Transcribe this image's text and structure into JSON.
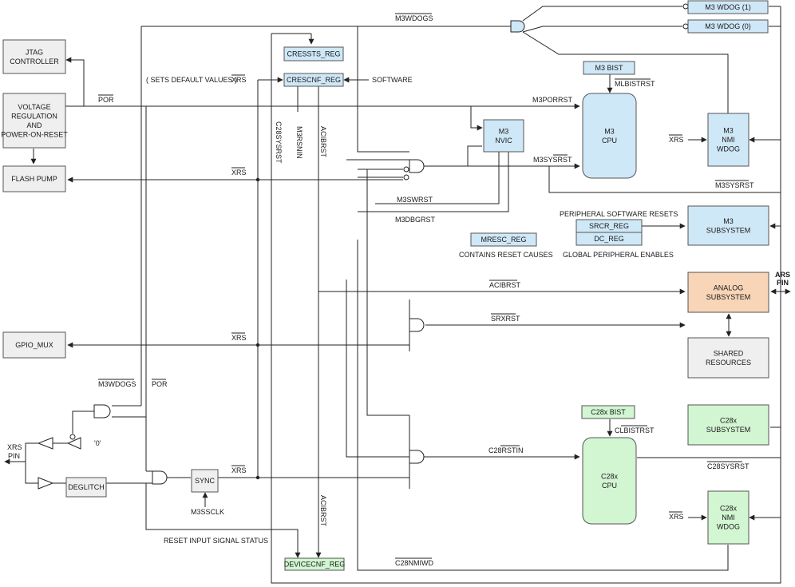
{
  "colors": {
    "gray": "#efefef",
    "blue": "#cfe8f7",
    "orange": "#f8d5b7",
    "green": "#d2f5d2",
    "line": "#222222"
  },
  "blocks": {
    "jtag": [
      "JTAG",
      "CONTROLLER"
    ],
    "vreg": [
      "VOLTAGE",
      "REGULATION",
      "AND",
      "POWER-ON-RESET"
    ],
    "flash": [
      "FLASH PUMP"
    ],
    "gpio": [
      "GPIO_MUX"
    ],
    "deglitch": [
      "DEGLITCH"
    ],
    "sync": [
      "SYNC"
    ],
    "cressts": [
      "CRESSTS_REG"
    ],
    "crescnf": [
      "CRESCNF_REG"
    ],
    "devicecnf": [
      "DEVICECNF_REG"
    ],
    "m3nvic": [
      "M3",
      "NVIC"
    ],
    "m3bist": [
      "M3 BIST"
    ],
    "m3cpu": [
      "M3",
      "CPU"
    ],
    "m3nmiwdog": [
      "M3",
      "NMI",
      "WDOG"
    ],
    "m3wdog1": [
      "M3 WDOG (1)"
    ],
    "m3wdog0": [
      "M3 WDOG (0)"
    ],
    "mresc": [
      "MRESC_REG"
    ],
    "srcr": [
      "SRCR_REG"
    ],
    "dcreg": [
      "DC_REG"
    ],
    "m3sub": [
      "M3",
      "SUBSYSTEM"
    ],
    "analog": [
      "ANALOG",
      "SUBSYSTEM"
    ],
    "shared": [
      "SHARED",
      "RESOURCES"
    ],
    "c28bist": [
      "C28x BIST"
    ],
    "c28cpu": [
      "C28x",
      "CPU"
    ],
    "c28sub": [
      "C28x",
      "SUBSYSTEM"
    ],
    "c28nmiwdog": [
      "C28x",
      "NMI",
      "WDOG"
    ]
  },
  "labels": {
    "m3wdogs_top": "M3WDOGS",
    "por_top": "POR",
    "sets_default": "( SETS DEFAULT VALUES )",
    "xrs_top": "XRS",
    "software": "SOFTWARE",
    "c28sysrst_v": "C28SYSRST",
    "m3rsnin_v": "M3RSNIN",
    "acibrst_v1": "ACIBRST",
    "acibrst_v2": "ACIBRST",
    "m3porrst": "M3PORRST",
    "mlbistrst": "MLBISTRST",
    "m3sysrst1": "M3SYSRST",
    "m3sysrst2": "M3SYSRST",
    "xrs_flash": "XRS",
    "m3swrst": "M3SWRST",
    "m3dbgrst": "M3DBGRST",
    "xrs_m3nmi": "XRS",
    "periph_sw_resets": "PERIPHERAL SOFTWARE RESETS",
    "contains_reset": "CONTAINS RESET CAUSES",
    "global_periph": "GLOBAL PERIPHERAL ENABLES",
    "acibrst_h": "ACIBRST",
    "ars_pin_1": "ARS",
    "ars_pin_2": "PIN",
    "srxrst": "SRXRST",
    "xrs_gpio": "XRS",
    "m3wdogs_mid": "M3WDOGS",
    "por_mid": "POR",
    "xrs_pin_1": "XRS",
    "xrs_pin_2": "PIN",
    "zero": "'0'",
    "xrs_sync": "XRS",
    "m3ssclk": "M3SSCLK",
    "reset_input_status": "RESET INPUT SIGNAL STATUS",
    "clbistrst": "CLBISTRST",
    "c28rstin": "C28RSTIN",
    "c28sysrst_h": "C28SYSRST",
    "xrs_c28nmi": "XRS",
    "c28nmiwd": "C28NMIWD"
  }
}
